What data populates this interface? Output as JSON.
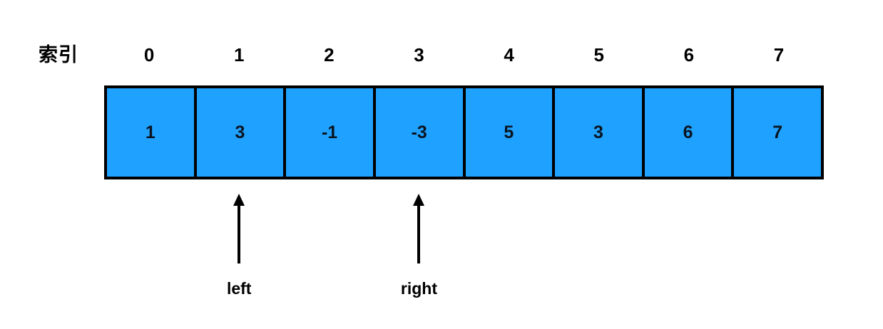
{
  "diagram": {
    "title_label": "索引",
    "colors": {
      "cell_fill": "#1FA2FF",
      "cell_border": "#000000",
      "background": "#ffffff",
      "text": "#000000",
      "value_text": "#0A1420"
    },
    "indices": [
      "0",
      "1",
      "2",
      "3",
      "4",
      "5",
      "6",
      "7"
    ],
    "values": [
      "1",
      "3",
      "-1",
      "-3",
      "5",
      "3",
      "6",
      "7"
    ],
    "pointers": [
      {
        "label": "left",
        "index": 1
      },
      {
        "label": "right",
        "index": 3
      }
    ]
  }
}
